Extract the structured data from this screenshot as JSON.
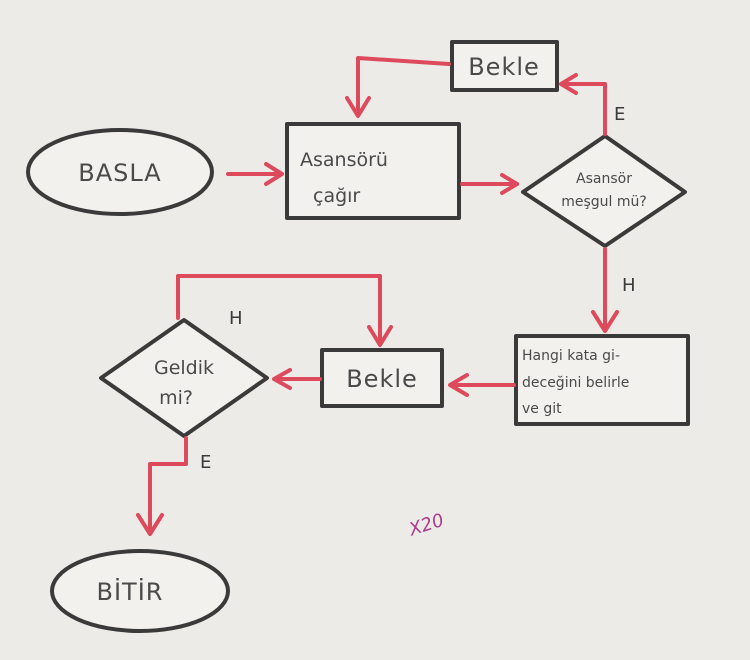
{
  "nodes": {
    "start": "BASLA",
    "call": [
      "Asansörü",
      "çağır"
    ],
    "wait_top": "Bekle",
    "busy": [
      "Asansör",
      "meşgul mü?"
    ],
    "choose": [
      "Hangi kata gi-",
      "deceğini belirle",
      "ve git"
    ],
    "wait_mid": "Bekle",
    "arrived": [
      "Geldik",
      "mi?"
    ],
    "end": "BİTİR"
  },
  "edge_labels": {
    "busy_yes": "E",
    "busy_no": "H",
    "arrived_no": "H",
    "arrived_yes": "E"
  },
  "annotation": "X20",
  "colors": {
    "outline": "#3a3a3a",
    "flow": "#dc4a5c",
    "paper": "#ecebe7"
  }
}
